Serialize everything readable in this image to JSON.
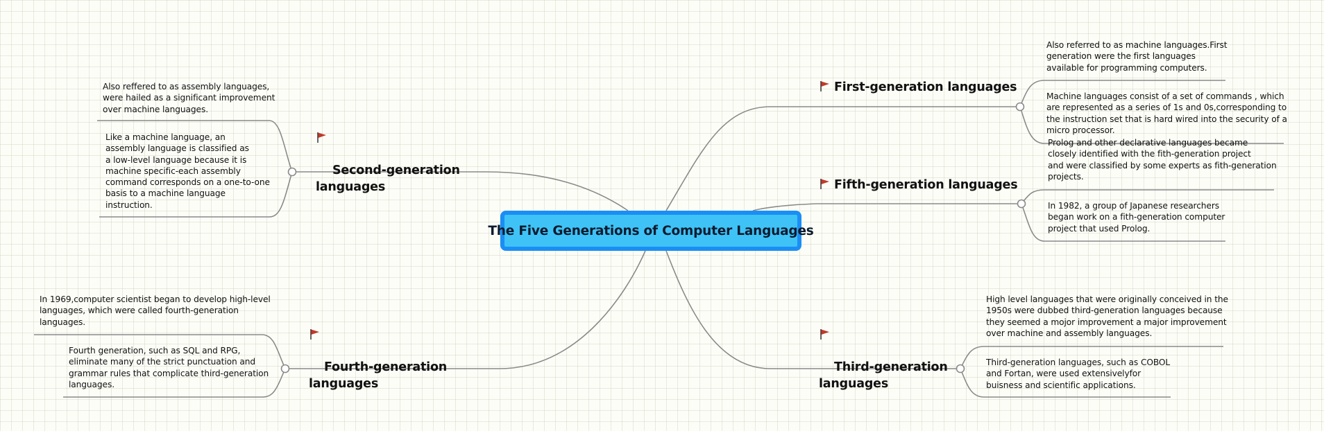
{
  "center": {
    "title": "The Five Generations of Computer Languages"
  },
  "icons": {
    "flag": "red-flag-icon"
  },
  "colors": {
    "center_fill": "#3fc3f7",
    "center_border": "#1a8ef5",
    "connector": "#8a8a8a",
    "flag_red": "#c0392b"
  },
  "branches": {
    "first": {
      "title": "First-generation languages",
      "notes": [
        "Also referred to as machine languages.First\ngeneration were the first languages\navailable for programming computers.",
        "Machine languages consist of a set of commands , which\nare represented as a series of 1s and 0s,corresponding to\nthe instruction set that is hard wired into the security of a\nmicro processor."
      ]
    },
    "fifth": {
      "title": "Fifth-generation languages",
      "notes": [
        "Prolog and other declarative languages became\nclosely identified with the fith-generation project\nand were classified by some experts as fith-generation\nprojects.",
        "In 1982, a group of Japanese researchers\nbegan work on a fith-generation computer\nproject that used Prolog."
      ]
    },
    "third": {
      "title": "Third-generation\nlanguages",
      "notes": [
        "High level languages that were originally conceived in the\n1950s were dubbed third-generation languages because\nthey seemed a mojor improvement a major improvement\nover machine and assembly languages.",
        "Third-generation languages, such as COBOL\nand Fortan, were used extensivelyfor\nbuisness and scientific applications."
      ]
    },
    "second": {
      "title": "Second-generation\nlanguages",
      "notes": [
        "Also reffered to as assembly languages,\nwere hailed as a significant improvement\nover machine languages.",
        "Like a machine language, an\nassembly language is classified as\na low-level language because it is\nmachine specific-each assembly\ncommand corresponds on a one-to-one\nbasis to a machine language\ninstruction."
      ]
    },
    "fourth": {
      "title": "Fourth-generation\nlanguages",
      "notes": [
        "In 1969,computer scientist began to develop high-level\nlanguages, which were called fourth-generation\nlanguages.",
        "Fourth generation, such as SQL and RPG,\neliminate many of the strict punctuation and\ngrammar rules that complicate third-generation\nlanguages."
      ]
    }
  }
}
